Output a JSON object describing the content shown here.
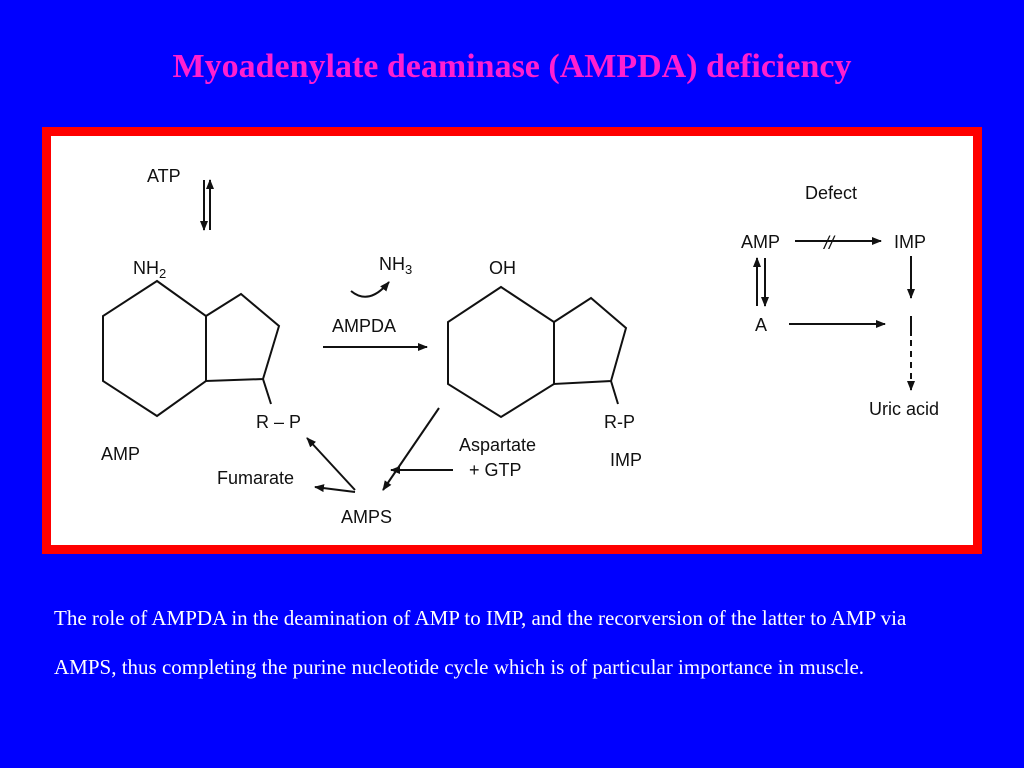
{
  "slide": {
    "title": "Myoadenylate deaminase (AMPDA) deficiency",
    "caption": "The role of AMPDA in the deamination of AMP to IMP, and the recorversion of the latter to AMP via AMPS, thus completing the purine nucleotide cycle which is of particular importance in muscle."
  },
  "colors": {
    "background": "#0000ff",
    "title": "#ff1fd0",
    "frame": "#ff0000",
    "panel": "#ffffff",
    "caption": "#ffffff"
  },
  "pathway": {
    "atp": "ATP",
    "amp_substituent_main": "NH",
    "amp_substituent_sub": "2",
    "amp_rp": "R – P",
    "amp_label": "AMP",
    "nh3_main": "NH",
    "nh3_sub": "3",
    "enzyme": "AMPDA",
    "imp_substituent": "OH",
    "imp_rp": "R-P",
    "imp_label": "IMP",
    "fumarate": "Fumarate",
    "aspartate": "Aspartate",
    "gtp": "+ GTP",
    "amps": "AMPS"
  },
  "defect": {
    "title": "Defect",
    "amp": "AMP",
    "blocked_mark": "//",
    "imp": "IMP",
    "adenosine": "A",
    "uric_acid": "Uric acid"
  }
}
